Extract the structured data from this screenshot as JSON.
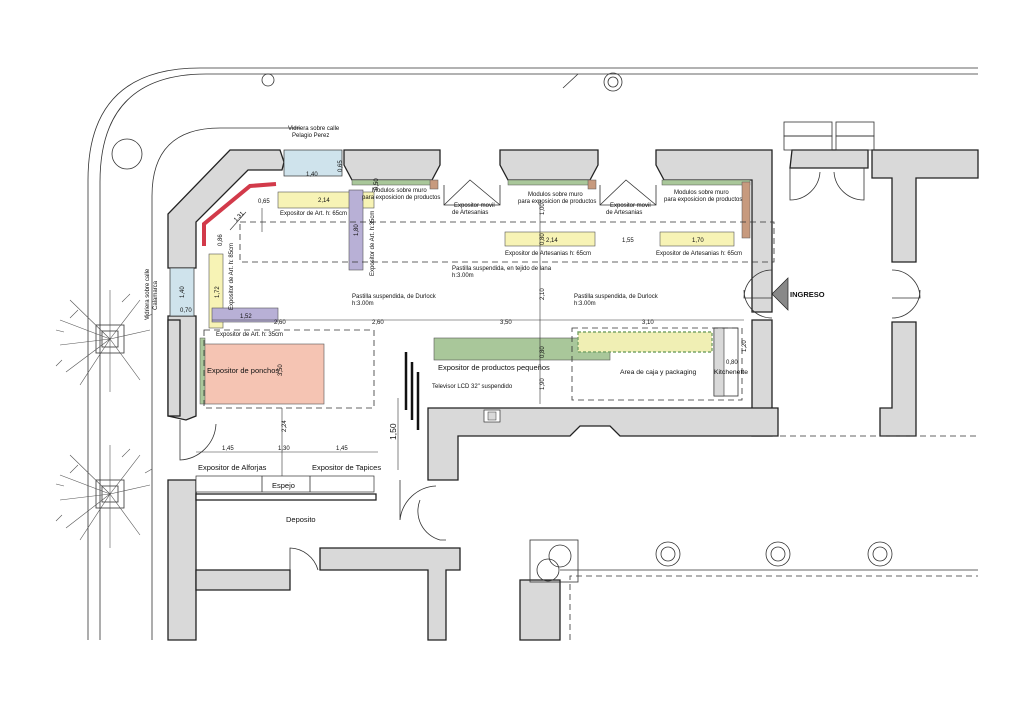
{
  "labels": {
    "vidriera_pelagio_1": "Vidriera sobre calle",
    "vidriera_pelagio_2": "Pelagio Perez",
    "vidriera_calamarca_1": "Vidriera sobre calle",
    "vidriera_calamarca_2": "Calamarca",
    "modulos_1a": "Modulos sobre muro",
    "modulos_1b": "para exposicion de productos",
    "modulos_2a": "Modulos sobre muro",
    "modulos_2b": "para exposicion de productos",
    "modulos_3a": "Modulos sobre muro",
    "modulos_3b": "para exposicion de productos",
    "expositor_movil_1a": "Expositor movil",
    "expositor_movil_1b": "de Artesanias",
    "expositor_movil_2a": "Expositor movil",
    "expositor_movil_2b": "de Artesanias",
    "expositor_art_65": "Expositor de Art. h: 65cm",
    "expositor_art_35_vertical": "Expositor de Art. h:35cm",
    "expositor_art_85": "Expositor de Art. h: 85cm",
    "expositor_art_35": "Expositor de Art. h: 35cm",
    "expositor_artesanias_1": "Expositor de Artesanias h: 65cm",
    "expositor_artesanias_2": "Expositor de Artesanias h: 65cm",
    "pastilla_lana_1": "Pastilla suspendida, en tejido de lana",
    "pastilla_lana_2": "h:3.00m",
    "pastilla_durlock_1a": "Pastilla suspendida, de Durlock",
    "pastilla_durlock_1b": "h:3.00m",
    "pastilla_durlock_2a": "Pastilla suspendida, de Durlock",
    "pastilla_durlock_2b": "h:3.00m",
    "ingreso": "INGRESO",
    "expositor_ponchos": "Expositor de ponchos",
    "expositor_productos_pequenos": "Expositor de productos pequeños",
    "area_caja": "Area de caja y packaging",
    "kitchenette": "Kitchenette",
    "televisor": "Televisor LCD 32\" suspendido",
    "expositor_alforjas": "Expositor de Alforjas",
    "expositor_tapices": "Expositor de Tapices",
    "espejo": "Espejo",
    "deposito": "Deposito"
  },
  "dimensions": {
    "d_140": "1,40",
    "d_065_top": "0,65",
    "d_214_a": "2,14",
    "d_065_left": "0,65",
    "d_131": "1,31",
    "d_086": "0,86",
    "d_172": "1,72",
    "d_152": "1,52",
    "d_180": "1,80",
    "d_050": "0,50",
    "d_100": "1,00",
    "d_214_b": "2,14",
    "d_080_a": "0,80",
    "d_155": "1,55",
    "d_170": "1,70",
    "d_210": "2,10",
    "d_140_left": "1,40",
    "d_070": "0,70",
    "d_260_a": "2,60",
    "d_260_b": "2,60",
    "d_350": "3,50",
    "d_310": "3,10",
    "d_080_b": "0,80",
    "d_120": "1,20",
    "d_080_c": "0,80",
    "d_350_v": "3,50",
    "d_190": "1,90",
    "d_150": "1,50",
    "d_145_a": "1,45",
    "d_130": "1,30",
    "d_145_b": "1,45",
    "d_224": "2,24"
  },
  "colors": {
    "wall_fill": "#d9d9d9",
    "glass_blue": "#cfe3ec",
    "yellow_display": "#f7f3b5",
    "purple_display": "#b8b0d6",
    "green_display": "#a9c79a",
    "salmon_display": "#f5c4b3",
    "red_outline": "#d23a4a",
    "brown_module": "#c79a7e"
  }
}
